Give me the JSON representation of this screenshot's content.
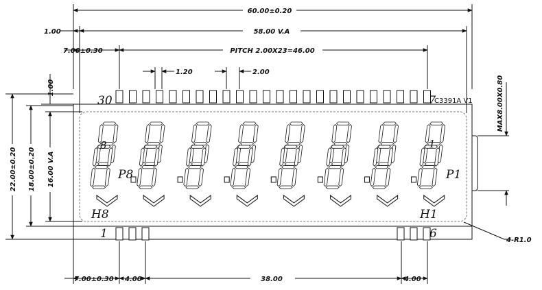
{
  "dimensions": {
    "overall_width": "60.00±0.20",
    "viewing_area_width": "58.00 V.A",
    "left_offset": "1.00",
    "pin_offset_top": "7.00±0.30",
    "pitch": "PITCH 2.00X23=46.00",
    "pin_width": "1.20",
    "pin_pitch": "2.00",
    "top_gap": "1.00",
    "overall_height": "22.00±0.20",
    "inner_height": "18.00±0.20",
    "viewing_area_height": "16.00 V.A",
    "thickness": "MAX8.00X0.80",
    "corner_radius": "4-R1.0",
    "pin_offset_bottom": "7.00±0.30",
    "bottom_left_group": "4.00",
    "bottom_span": "38.00",
    "bottom_right_group": "4.00"
  },
  "labels": {
    "pin_top_left": "30",
    "pin_top_right": "7",
    "part_number": "C3391A V1",
    "pin_bottom_left": "1",
    "pin_bottom_right": "6",
    "digit_left_num": "8",
    "digit_right_num": "1",
    "point_left": "P8",
    "point_right": "P1",
    "chevron_left": "H8",
    "chevron_right": "H1"
  }
}
